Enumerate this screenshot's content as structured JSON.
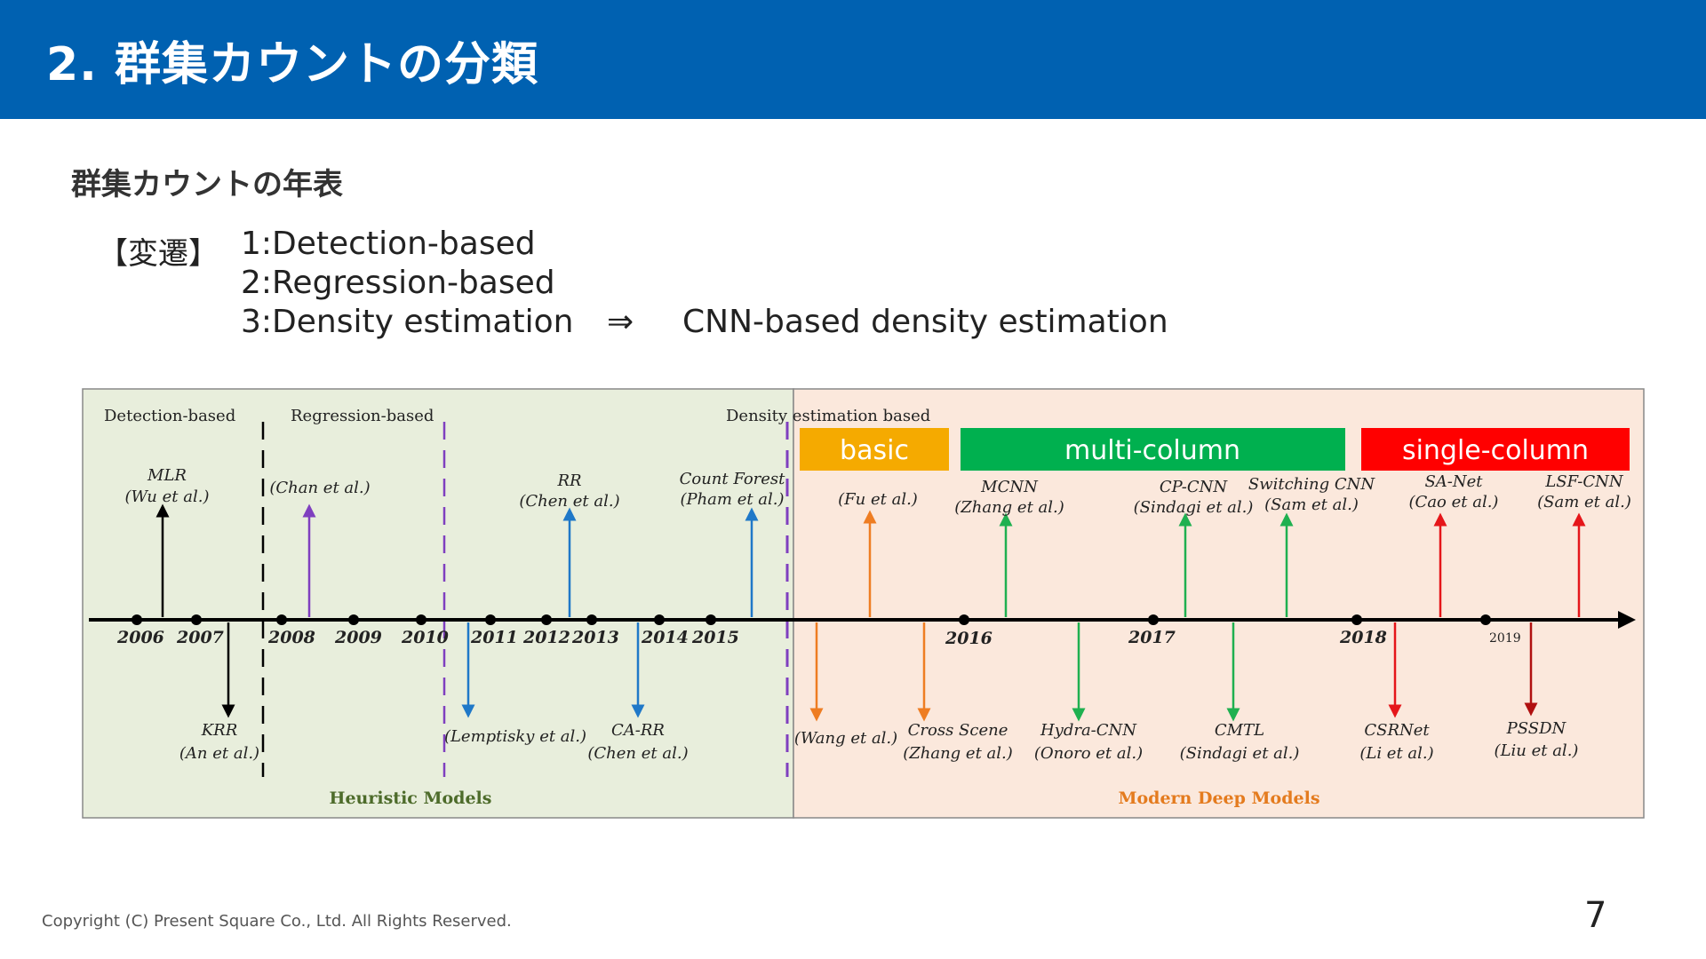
{
  "header": {
    "title": "2. 群集カウントの分類"
  },
  "section": {
    "subtitle": "群集カウントの年表"
  },
  "transition": {
    "label": "【変遷】",
    "items": [
      "1:Detection-based",
      "2:Regression-based",
      "3:Density estimation"
    ],
    "arrow": "⇒",
    "target": "CNN-based density estimation"
  },
  "diagram": {
    "colors": {
      "heuristic_bg": "#e8eedc",
      "modern_bg": "#fbe8dc",
      "basic": "#f5aa00",
      "multi": "#00b04f",
      "single": "#ff0000",
      "black": "#000000",
      "purple": "#7f3fbf",
      "blue": "#1f78c8",
      "orange": "#ee7d22",
      "green": "#1fb050",
      "red": "#e5161a",
      "darkred": "#b01010"
    },
    "phases": [
      "Detection-based",
      "Regression-based",
      "Density estimation based"
    ],
    "categories": [
      "basic",
      "multi-column",
      "single-column"
    ],
    "years": [
      "2006",
      "2007",
      "2008",
      "2009",
      "2010",
      "2011",
      "2012",
      "2013",
      "2014",
      "2015",
      "2016",
      "2017",
      "2018",
      "2019"
    ],
    "region_labels": [
      "Heuristic Models",
      "Modern Deep Models"
    ],
    "upper_methods": [
      {
        "name": "MLR",
        "author": "(Wu et al.)"
      },
      {
        "name": "",
        "author": "(Chan et al.)"
      },
      {
        "name": "RR",
        "author": "(Chen et al.)"
      },
      {
        "name": "Count Forest",
        "author": "(Pham et al.)"
      },
      {
        "name": "",
        "author": "(Fu et al.)"
      },
      {
        "name": "MCNN",
        "author": "(Zhang et al.)"
      },
      {
        "name": "CP-CNN",
        "author": "(Sindagi et al.)"
      },
      {
        "name": "Switching CNN",
        "author": "(Sam et al.)"
      },
      {
        "name": "SA-Net",
        "author": "(Cao et al.)"
      },
      {
        "name": "LSF-CNN",
        "author": "(Sam et al.)"
      }
    ],
    "lower_methods": [
      {
        "name": "KRR",
        "author": "(An et al.)"
      },
      {
        "name": "",
        "author": "(Lemptisky et al.)"
      },
      {
        "name": "CA-RR",
        "author": "(Chen et al.)"
      },
      {
        "name": "",
        "author": "(Wang et al.)"
      },
      {
        "name": "Cross Scene",
        "author": "(Zhang et al.)"
      },
      {
        "name": "Hydra-CNN",
        "author": "(Onoro et al.)"
      },
      {
        "name": "CMTL",
        "author": "(Sindagi et al.)"
      },
      {
        "name": "CSRNet",
        "author": "(Li et al.)"
      },
      {
        "name": "PSSDN",
        "author": "(Liu et al.)"
      }
    ]
  },
  "footer": {
    "copyright": "Copyright (C) Present Square Co., Ltd. All Rights Reserved.",
    "page": "7"
  }
}
